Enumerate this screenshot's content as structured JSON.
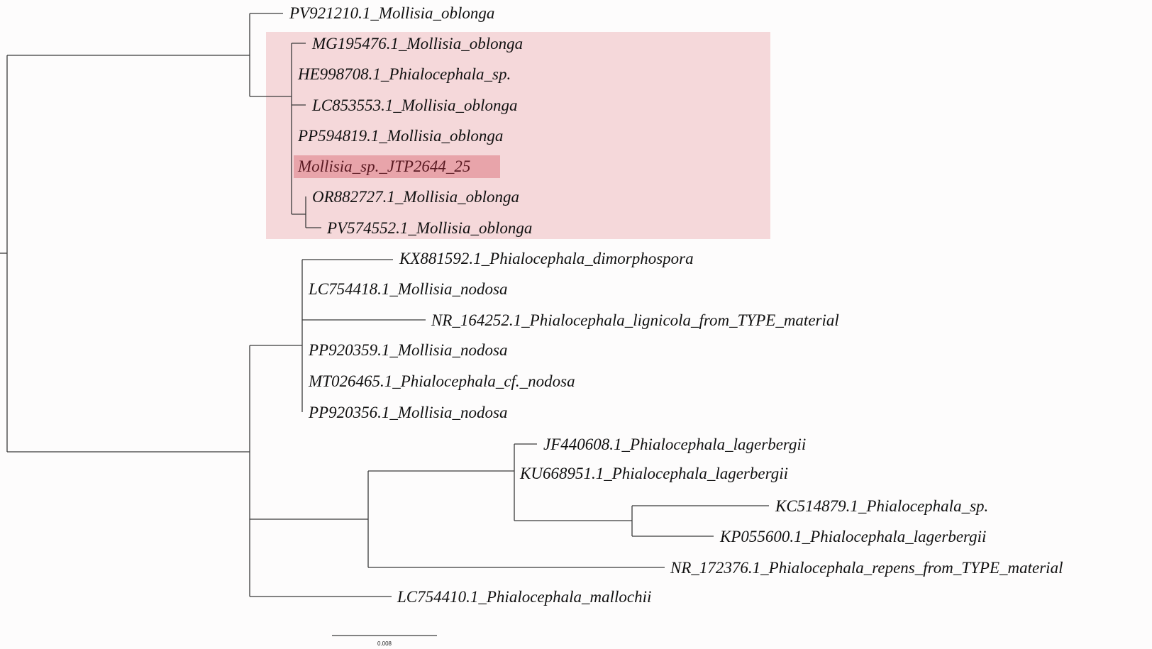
{
  "tree": {
    "colors": {
      "clade_highlight": "#f5d8da",
      "taxon_highlight": "#e8a4aa"
    },
    "leaves": [
      "PV921210.1_Mollisia_oblonga",
      "MG195476.1_Mollisia_oblonga",
      "HE998708.1_Phialocephala_sp.",
      "LC853553.1_Mollisia_oblonga",
      "PP594819.1_Mollisia_oblonga",
      "Mollisia_sp._JTP2644_25",
      "OR882727.1_Mollisia_oblonga",
      "PV574552.1_Mollisia_oblonga",
      "KX881592.1_Phialocephala_dimorphospora",
      "LC754418.1_Mollisia_nodosa",
      "NR_164252.1_Phialocephala_lignicola_from_TYPE_material",
      "PP920359.1_Mollisia_nodosa",
      "MT026465.1_Phialocephala_cf._nodosa",
      "PP920356.1_Mollisia_nodosa",
      "JF440608.1_Phialocephala_lagerbergii",
      "KU668951.1_Phialocephala_lagerbergii",
      "KC514879.1_Phialocephala_sp.",
      "KP055600.1_Phialocephala_lagerbergii",
      "NR_172376.1_Phialocephala_repens_from_TYPE_material",
      "LC754410.1_Phialocephala_mallochii"
    ],
    "scale_bar": "0.008"
  }
}
